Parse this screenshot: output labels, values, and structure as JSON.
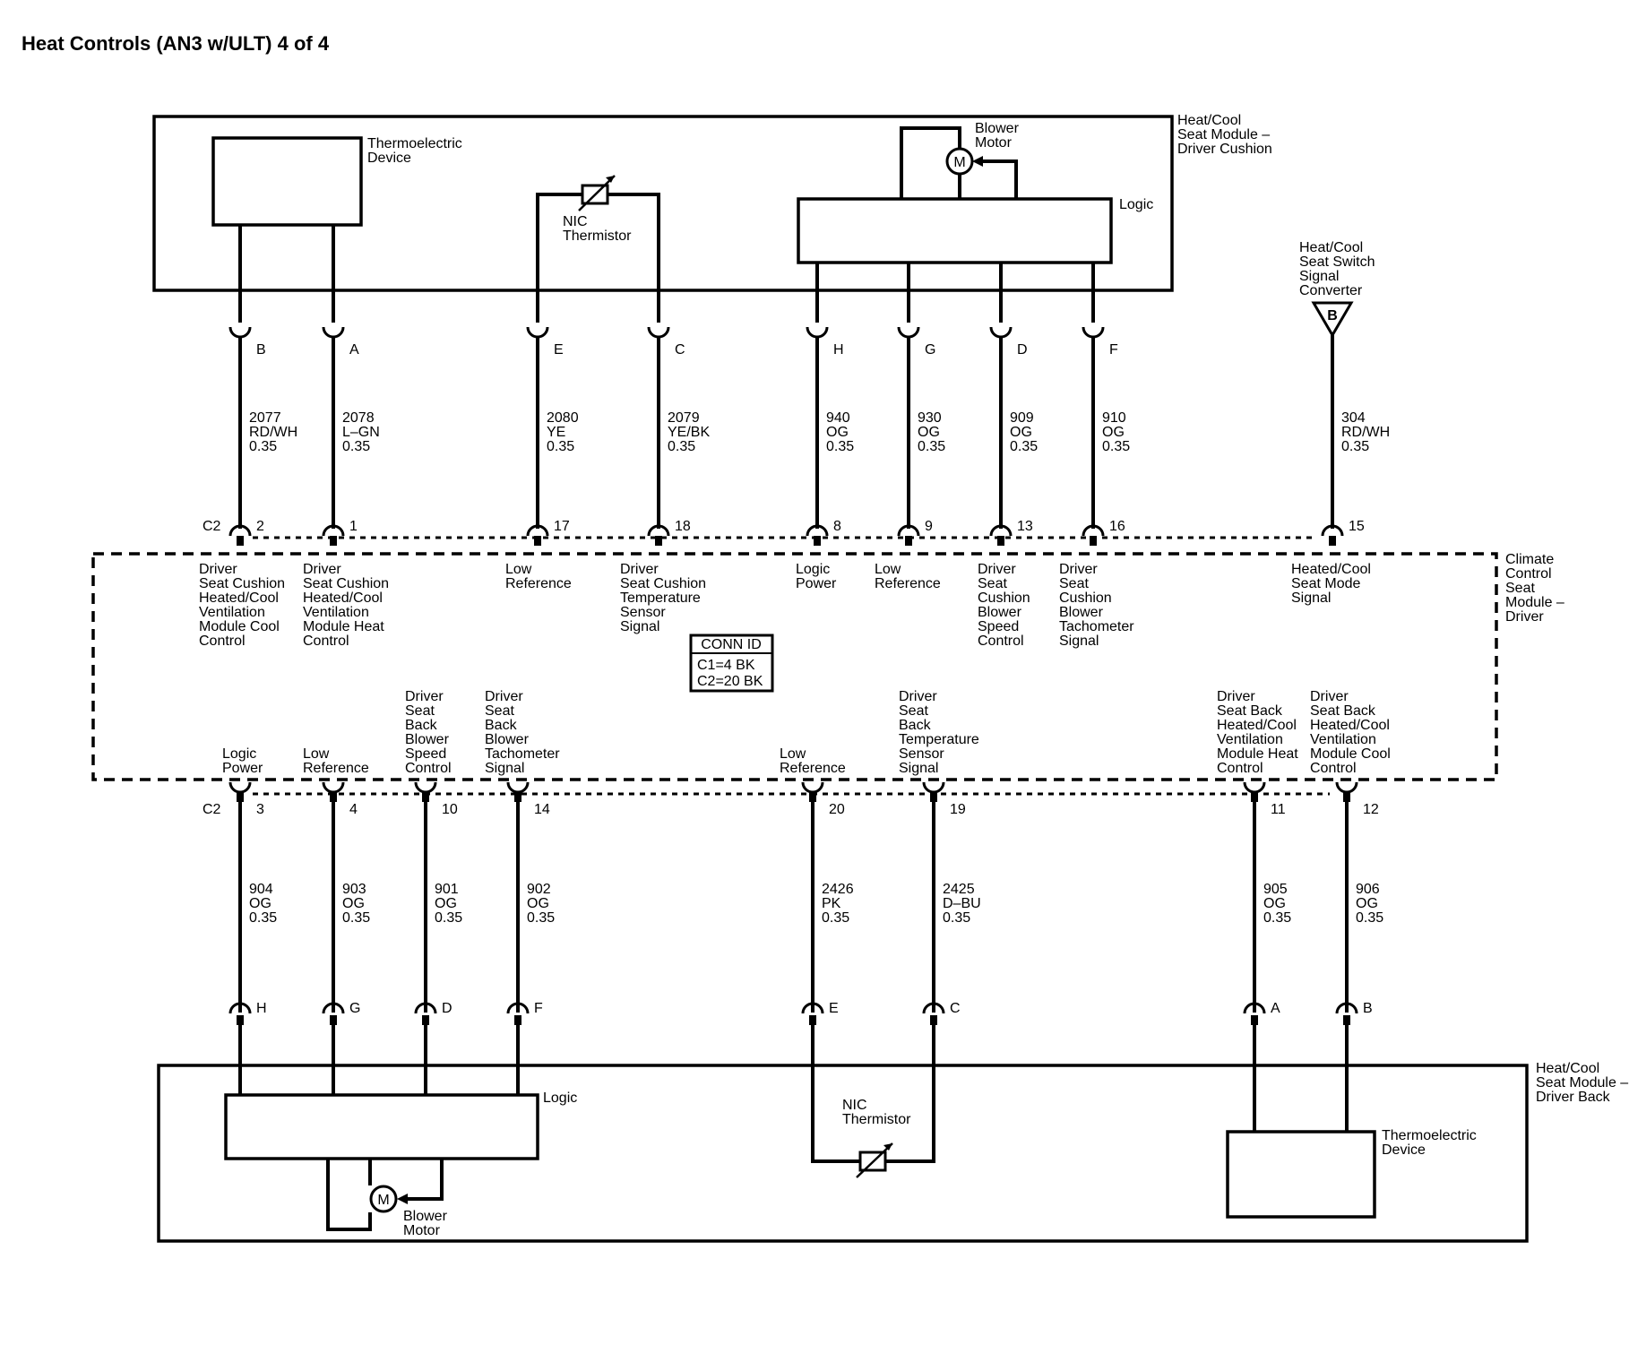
{
  "title": "Heat Controls (AN3 w/ULT) 4 of 4",
  "top_module": {
    "label": [
      "Heat/Cool",
      "Seat Module –",
      "Driver Cushion"
    ],
    "thermo_label": [
      "Thermoelectric",
      "Device"
    ],
    "thermistor_label": [
      "NIC",
      "Thermistor"
    ],
    "blower_label": [
      "Blower",
      "Motor"
    ],
    "logic_label": "Logic",
    "motor_symbol": "M"
  },
  "switch": {
    "label": [
      "Heat/Cool",
      "Seat Switch",
      "Signal",
      "Converter"
    ],
    "symbol": "B"
  },
  "climate_module": {
    "label": [
      "Climate",
      "Control",
      "Seat",
      "Module –",
      "Driver"
    ],
    "conn_id": [
      "CONN ID",
      "C1=4 BK",
      "C2=20 BK"
    ]
  },
  "bottom_module": {
    "label": [
      "Heat/Cool",
      "Seat Module –",
      "Driver Back"
    ],
    "logic_label": "Logic",
    "blower_label": [
      "Blower",
      "Motor"
    ],
    "thermistor_label": [
      "NIC",
      "Thermistor"
    ],
    "thermo_label": [
      "Thermoelectric",
      "Device"
    ],
    "motor_symbol": "M"
  },
  "top_circuits": [
    {
      "pin": "B",
      "wire": [
        "2077",
        "RD/WH",
        "0.35"
      ],
      "cavity": "2",
      "desc": [
        "Driver",
        "Seat Cushion",
        "Heated/Cool",
        "Ventilation",
        "Module Cool",
        "Control"
      ],
      "conn": "C2"
    },
    {
      "pin": "A",
      "wire": [
        "2078",
        "L–GN",
        "0.35"
      ],
      "cavity": "1",
      "desc": [
        "Driver",
        "Seat Cushion",
        "Heated/Cool",
        "Ventilation",
        "Module Heat",
        "Control"
      ]
    },
    {
      "pin": "E",
      "wire": [
        "2080",
        "YE",
        "0.35"
      ],
      "cavity": "17",
      "desc": [
        "Low",
        "Reference"
      ]
    },
    {
      "pin": "C",
      "wire": [
        "2079",
        "YE/BK",
        "0.35"
      ],
      "cavity": "18",
      "desc": [
        "Driver",
        "Seat Cushion",
        "Temperature",
        "Sensor",
        "Signal"
      ]
    },
    {
      "pin": "H",
      "wire": [
        "940",
        "OG",
        "0.35"
      ],
      "cavity": "8",
      "desc": [
        "Logic",
        "Power"
      ]
    },
    {
      "pin": "G",
      "wire": [
        "930",
        "OG",
        "0.35"
      ],
      "cavity": "9",
      "desc": [
        "Low",
        "Reference"
      ]
    },
    {
      "pin": "D",
      "wire": [
        "909",
        "OG",
        "0.35"
      ],
      "cavity": "13",
      "desc": [
        "Driver",
        "Seat",
        "Cushion",
        "Blower",
        "Speed",
        "Control"
      ]
    },
    {
      "pin": "F",
      "wire": [
        "910",
        "OG",
        "0.35"
      ],
      "cavity": "16",
      "desc": [
        "Driver",
        "Seat",
        "Cushion",
        "Blower",
        "Tachometer",
        "Signal"
      ]
    },
    {
      "pin": "",
      "wire": [
        "304",
        "RD/WH",
        "0.35"
      ],
      "cavity": "15",
      "desc": [
        "Heated/Cool",
        "Seat Mode",
        "Signal"
      ]
    }
  ],
  "bottom_circuits": [
    {
      "pin": "H",
      "wire": [
        "904",
        "OG",
        "0.35"
      ],
      "cavity": "3",
      "desc": [
        "Logic",
        "Power"
      ],
      "conn": "C2"
    },
    {
      "pin": "G",
      "wire": [
        "903",
        "OG",
        "0.35"
      ],
      "cavity": "4",
      "desc": [
        "Low",
        "Reference"
      ]
    },
    {
      "pin": "D",
      "wire": [
        "901",
        "OG",
        "0.35"
      ],
      "cavity": "10",
      "desc": [
        "Driver",
        "Seat",
        "Back",
        "Blower",
        "Speed",
        "Control"
      ]
    },
    {
      "pin": "F",
      "wire": [
        "902",
        "OG",
        "0.35"
      ],
      "cavity": "14",
      "desc": [
        "Driver",
        "Seat",
        "Back",
        "Blower",
        "Tachometer",
        "Signal"
      ]
    },
    {
      "pin": "E",
      "wire": [
        "2426",
        "PK",
        "0.35"
      ],
      "cavity": "20",
      "desc": [
        "Low",
        "Reference"
      ]
    },
    {
      "pin": "C",
      "wire": [
        "2425",
        "D–BU",
        "0.35"
      ],
      "cavity": "19",
      "desc": [
        "Driver",
        "Seat",
        "Back",
        "Temperature",
        "Sensor",
        "Signal"
      ]
    },
    {
      "pin": "A",
      "wire": [
        "905",
        "OG",
        "0.35"
      ],
      "cavity": "11",
      "desc": [
        "Driver",
        "Seat Back",
        "Heated/Cool",
        "Ventilation",
        "Module Heat",
        "Control"
      ]
    },
    {
      "pin": "B",
      "wire": [
        "906",
        "OG",
        "0.35"
      ],
      "cavity": "12",
      "desc": [
        "Driver",
        "Seat Back",
        "Heated/Cool",
        "Ventilation",
        "Module Cool",
        "Control"
      ]
    }
  ]
}
